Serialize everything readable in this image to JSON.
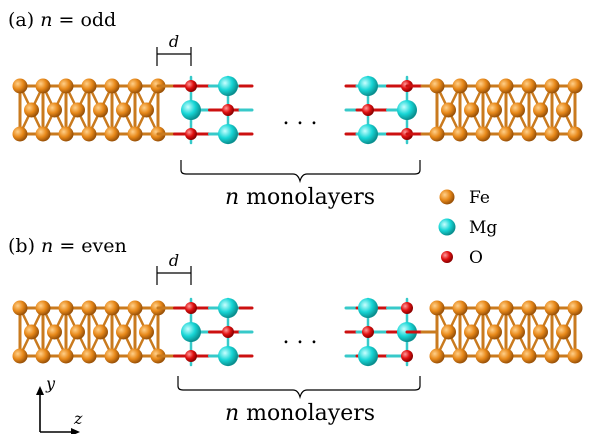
{
  "panels": [
    {
      "label_prefix": "(a) ",
      "label_var": "n",
      "label_rel": " = ",
      "label_val": "odd",
      "spacing_label": "d",
      "layers_var": "n",
      "layers_text": " monolayers"
    },
    {
      "label_prefix": "(b) ",
      "label_var": "n",
      "label_rel": " = ",
      "label_val": "even",
      "spacing_label": "d",
      "layers_var": "n",
      "layers_text": " monolayers"
    }
  ],
  "legend": [
    {
      "label": "Fe",
      "color": "#e8891a"
    },
    {
      "label": "Mg",
      "color": "#18d6d6"
    },
    {
      "label": "O",
      "color": "#e01010"
    }
  ],
  "ellipsis": ". . .",
  "axes": {
    "vertical": "y",
    "horizontal": "z"
  },
  "colors": {
    "fe_bond": "#c97a1e",
    "mg_bond": "#37c9c9",
    "o_bond": "#cc1010"
  }
}
